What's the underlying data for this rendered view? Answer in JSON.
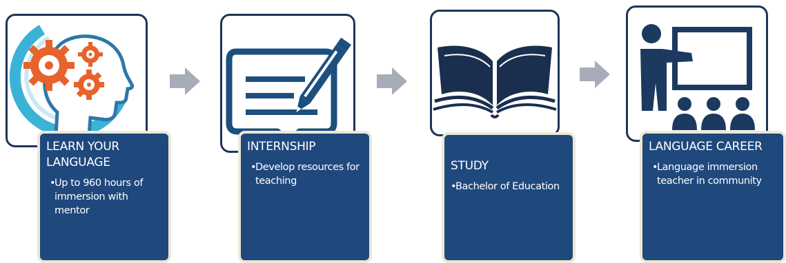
{
  "colors": {
    "card_fill": "#1f487c",
    "card_border": "#ece8d6",
    "frame_border": "#1b3457",
    "accent_orange": "#e8622c",
    "accent_teal": "#3ab3d6",
    "arrow_gray": "#a7adb8",
    "icon_navy": "#1c3a5f"
  },
  "steps": [
    {
      "icon": "brain-gears-icon",
      "title": "LEARN YOUR LANGUAGE",
      "bullet": "Up to 960 hours of immersion with mentor"
    },
    {
      "icon": "pencil-writing-icon",
      "title": "INTERNSHIP",
      "bullet": "Develop resources for teaching"
    },
    {
      "icon": "open-book-icon",
      "title": "STUDY",
      "bullet": "Bachelor of Education"
    },
    {
      "icon": "teacher-classroom-icon",
      "title": "LANGUAGE CAREER",
      "bullet": "Language immersion teacher in community"
    }
  ],
  "arrows": [
    "right-arrow-icon",
    "right-arrow-icon",
    "right-arrow-icon"
  ],
  "bullet_marker": "•"
}
